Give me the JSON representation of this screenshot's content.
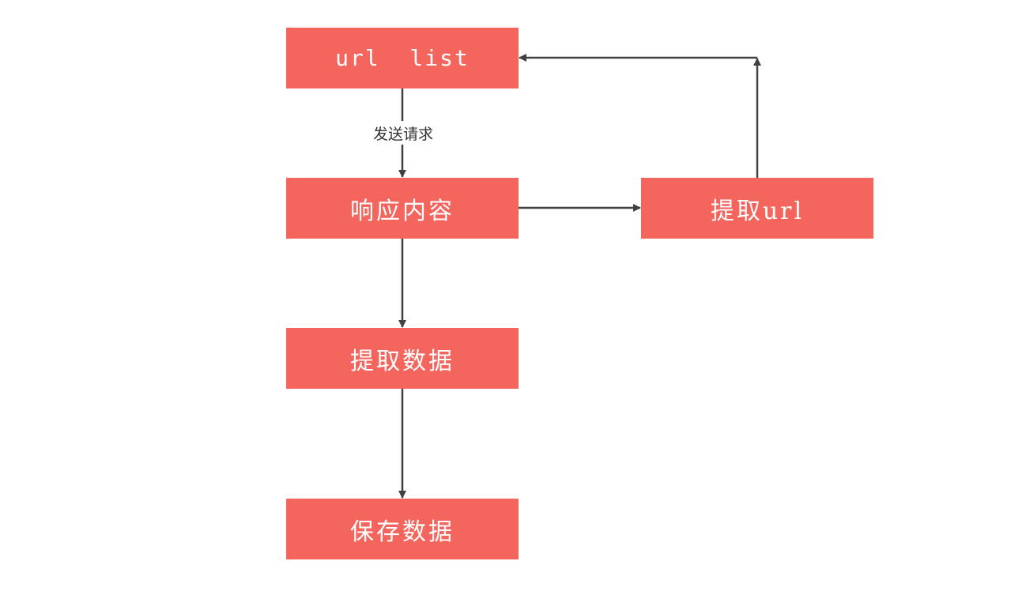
{
  "nodes": {
    "url_list": "url  list",
    "response": "响应内容",
    "extract_data": "提取数据",
    "save_data": "保存数据",
    "extract_url": "提取url"
  },
  "edges": {
    "send_request_label": "发送请求"
  },
  "colors": {
    "node_fill": "#f4655e",
    "node_text": "#ffffff",
    "edge": "#404040"
  }
}
